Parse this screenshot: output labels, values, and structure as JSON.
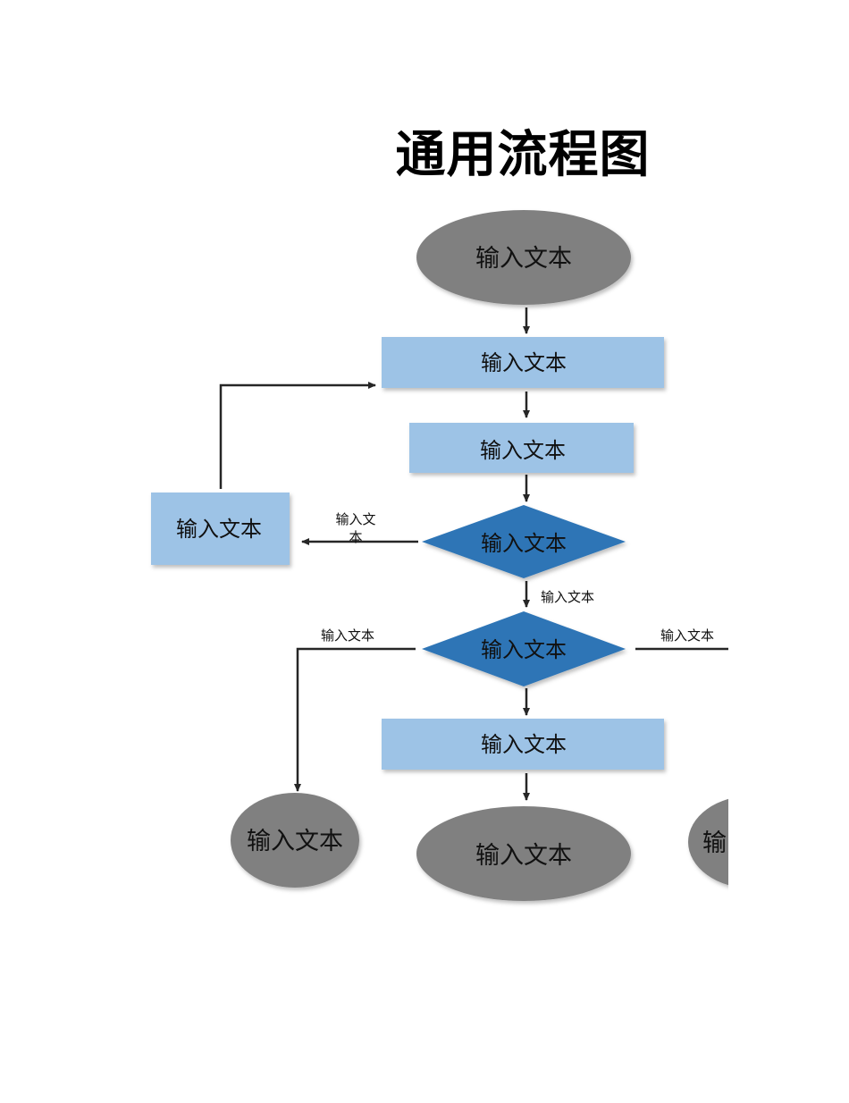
{
  "title": "通用流程图",
  "nodes": {
    "start": "输入文本",
    "step1": "输入文本",
    "step2": "输入文本",
    "side_box": "输入文本",
    "decision1": "输入文本",
    "decision2": "输入文本",
    "step3": "输入文本",
    "end_left": "输入文本",
    "end_center": "输入文本",
    "end_right": "输"
  },
  "edges": {
    "decision1_left": [
      "输入文",
      "本"
    ],
    "decision1_down": "输入文本",
    "decision2_left": "输入文本",
    "decision2_right": "输入文本"
  },
  "colors": {
    "terminal": "#808080",
    "process": "#9dc3e6",
    "decision": "#2e75b6",
    "line": "#262626"
  }
}
